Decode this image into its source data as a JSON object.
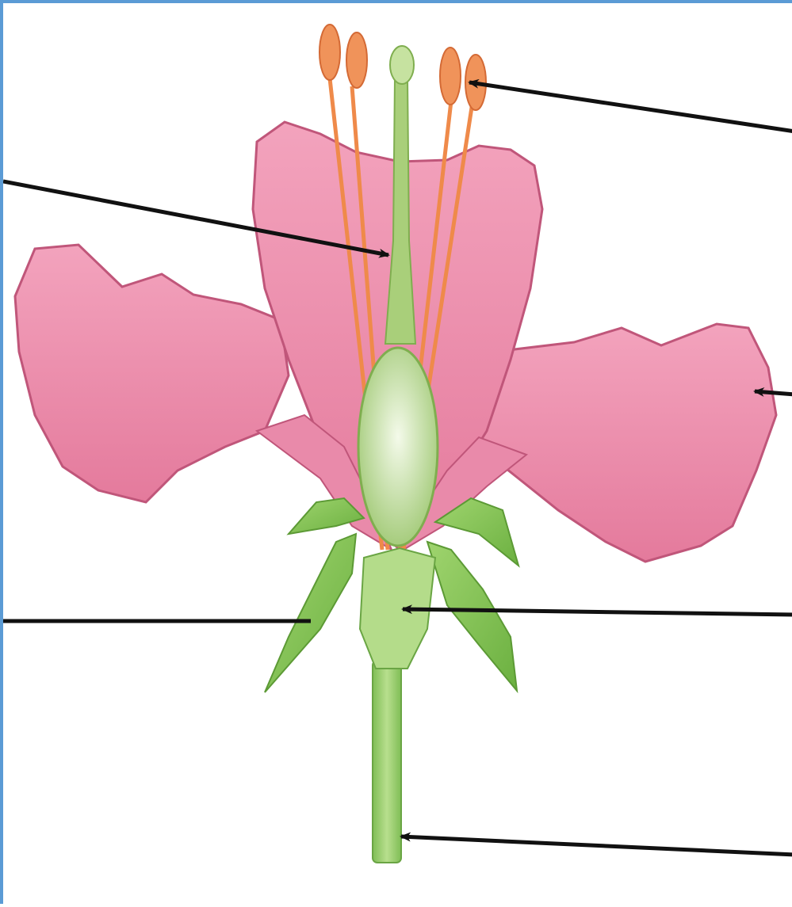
{
  "diagram": {
    "subject": "flower-structure",
    "labels": [],
    "leader_lines": [
      {
        "name": "anther-pointer",
        "points_to": "anther"
      },
      {
        "name": "style-pointer",
        "points_to": "style"
      },
      {
        "name": "petal-pointer",
        "points_to": "petal"
      },
      {
        "name": "sepal-pointer",
        "points_to": "sepal"
      },
      {
        "name": "ovary-receptacle-pointer",
        "points_to": "receptacle"
      },
      {
        "name": "stalk-pointer",
        "points_to": "stalk"
      }
    ]
  },
  "colors": {
    "frame_border": "#5b9bd5",
    "petal_fill": "#eb8aa8",
    "petal_edge": "#c0567a",
    "stamen": "#ef8a4a",
    "anther": "#f0935a",
    "pistil": "#a9cf7a",
    "ovary": "#c9e2a5",
    "sepal": "#85c259",
    "stalk": "#8cc763",
    "arrow": "#111111"
  }
}
